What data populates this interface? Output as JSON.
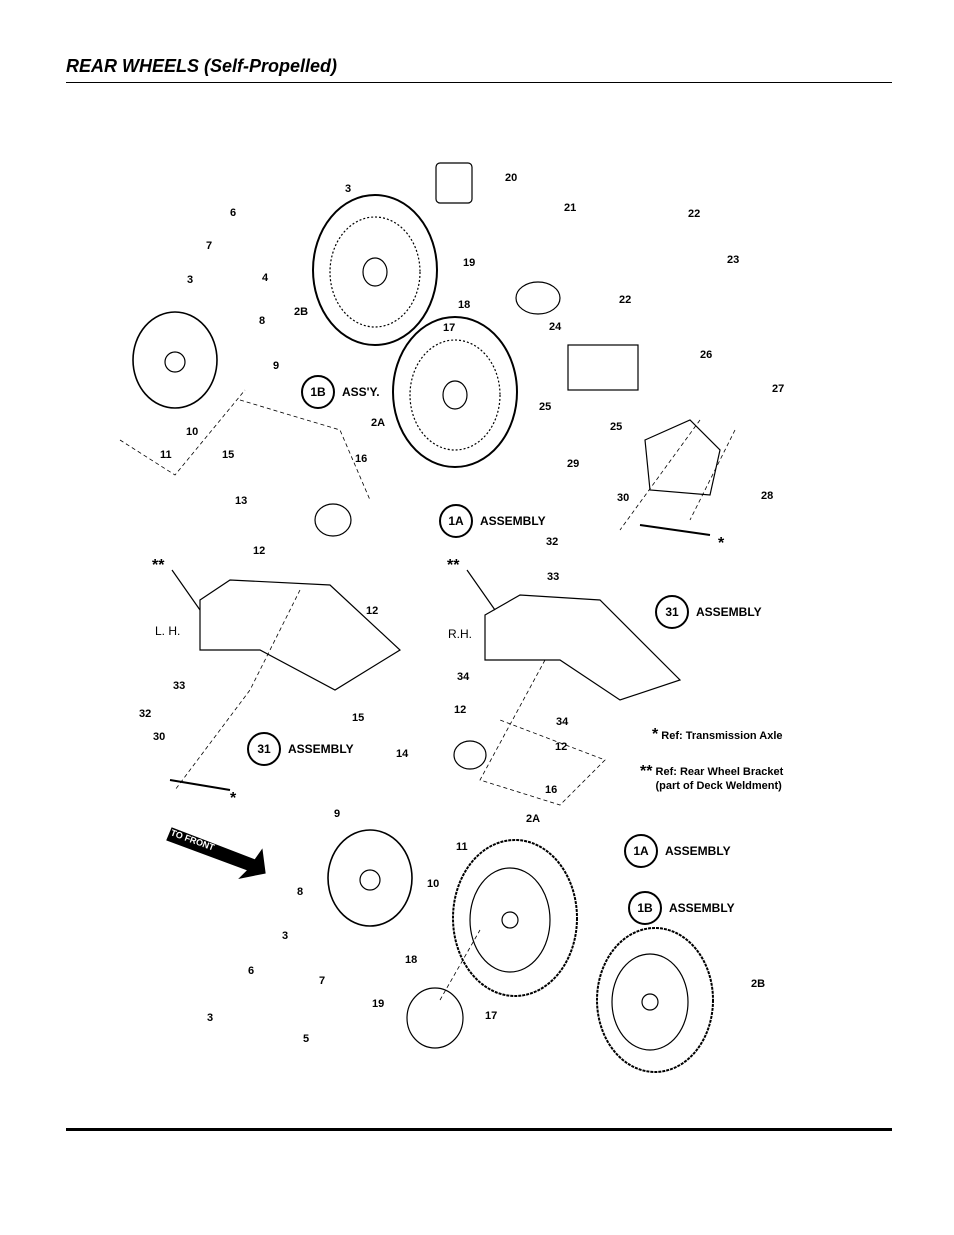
{
  "title": "REAR WHEELS (Self-Propelled)",
  "callouts": [
    "3",
    "6",
    "4",
    "7",
    "3",
    "8",
    "2B",
    "9",
    "10",
    "11",
    "20",
    "21",
    "22",
    "23",
    "19",
    "18",
    "17",
    "22",
    "24",
    "26",
    "27",
    "25",
    "25",
    "2A",
    "15",
    "16",
    "13",
    "29",
    "28",
    "30",
    "32",
    "12",
    "33",
    "12",
    "34",
    "33",
    "12",
    "34",
    "32",
    "15",
    "12",
    "30",
    "14",
    "9",
    "16",
    "2A",
    "11",
    "10",
    "8",
    "3",
    "18",
    "6",
    "7",
    "3",
    "5",
    "19",
    "17",
    "2B"
  ],
  "assemblies": [
    {
      "id": "1B",
      "label": "ASS'Y."
    },
    {
      "id": "1A",
      "label": "ASSEMBLY"
    },
    {
      "id": "31",
      "label": "ASSEMBLY"
    },
    {
      "id": "31",
      "label": "ASSEMBLY"
    },
    {
      "id": "1A",
      "label": "ASSEMBLY"
    },
    {
      "id": "1B",
      "label": "ASSEMBLY"
    }
  ],
  "side_labels": {
    "left": "L. H.",
    "right": "R.H.",
    "double_star": "**",
    "star": "*"
  },
  "to_front": "TO FRONT",
  "notes": {
    "star_symbol": "*",
    "star_text": "Ref: Transmission Axle",
    "double_star_symbol": "**",
    "double_star_line1": "Ref: Rear Wheel Bracket",
    "double_star_line2": "(part of Deck Weldment)"
  }
}
